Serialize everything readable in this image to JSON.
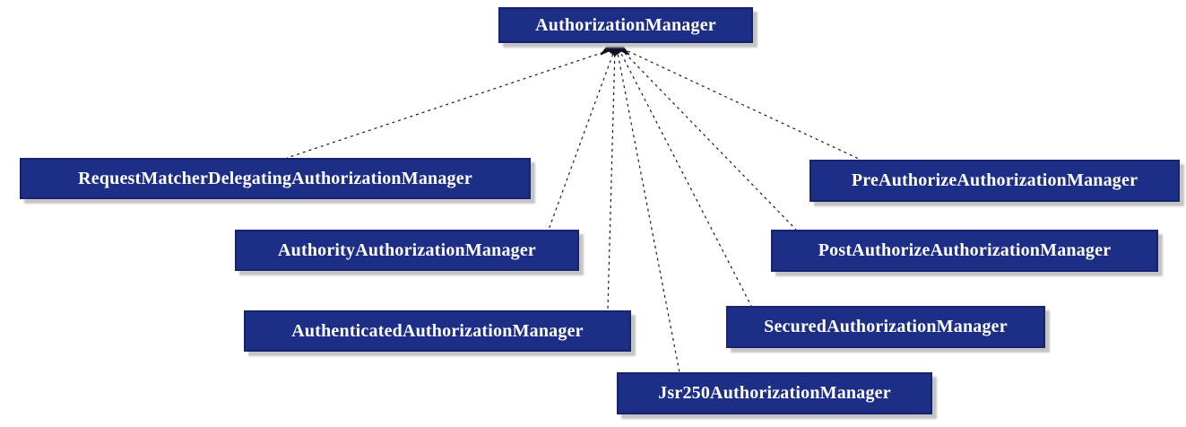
{
  "diagram": {
    "type": "class-hierarchy",
    "relationship": "implements",
    "edge_style": "dashed",
    "parent": {
      "label": "AuthorizationManager"
    },
    "children": [
      {
        "label": "RequestMatcherDelegatingAuthorizationManager"
      },
      {
        "label": "AuthorityAuthorizationManager"
      },
      {
        "label": "AuthenticatedAuthorizationManager"
      },
      {
        "label": "Jsr250AuthorizationManager"
      },
      {
        "label": "SecuredAuthorizationManager"
      },
      {
        "label": "PostAuthorizeAuthorizationManager"
      },
      {
        "label": "PreAuthorizeAuthorizationManager"
      }
    ],
    "colors": {
      "node_fill": "#1c2e86",
      "node_border": "#16246e",
      "node_text": "#ffffff",
      "edge": "#1a1a1a",
      "shadow": "#c4c4c4",
      "background": "#ffffff"
    }
  }
}
